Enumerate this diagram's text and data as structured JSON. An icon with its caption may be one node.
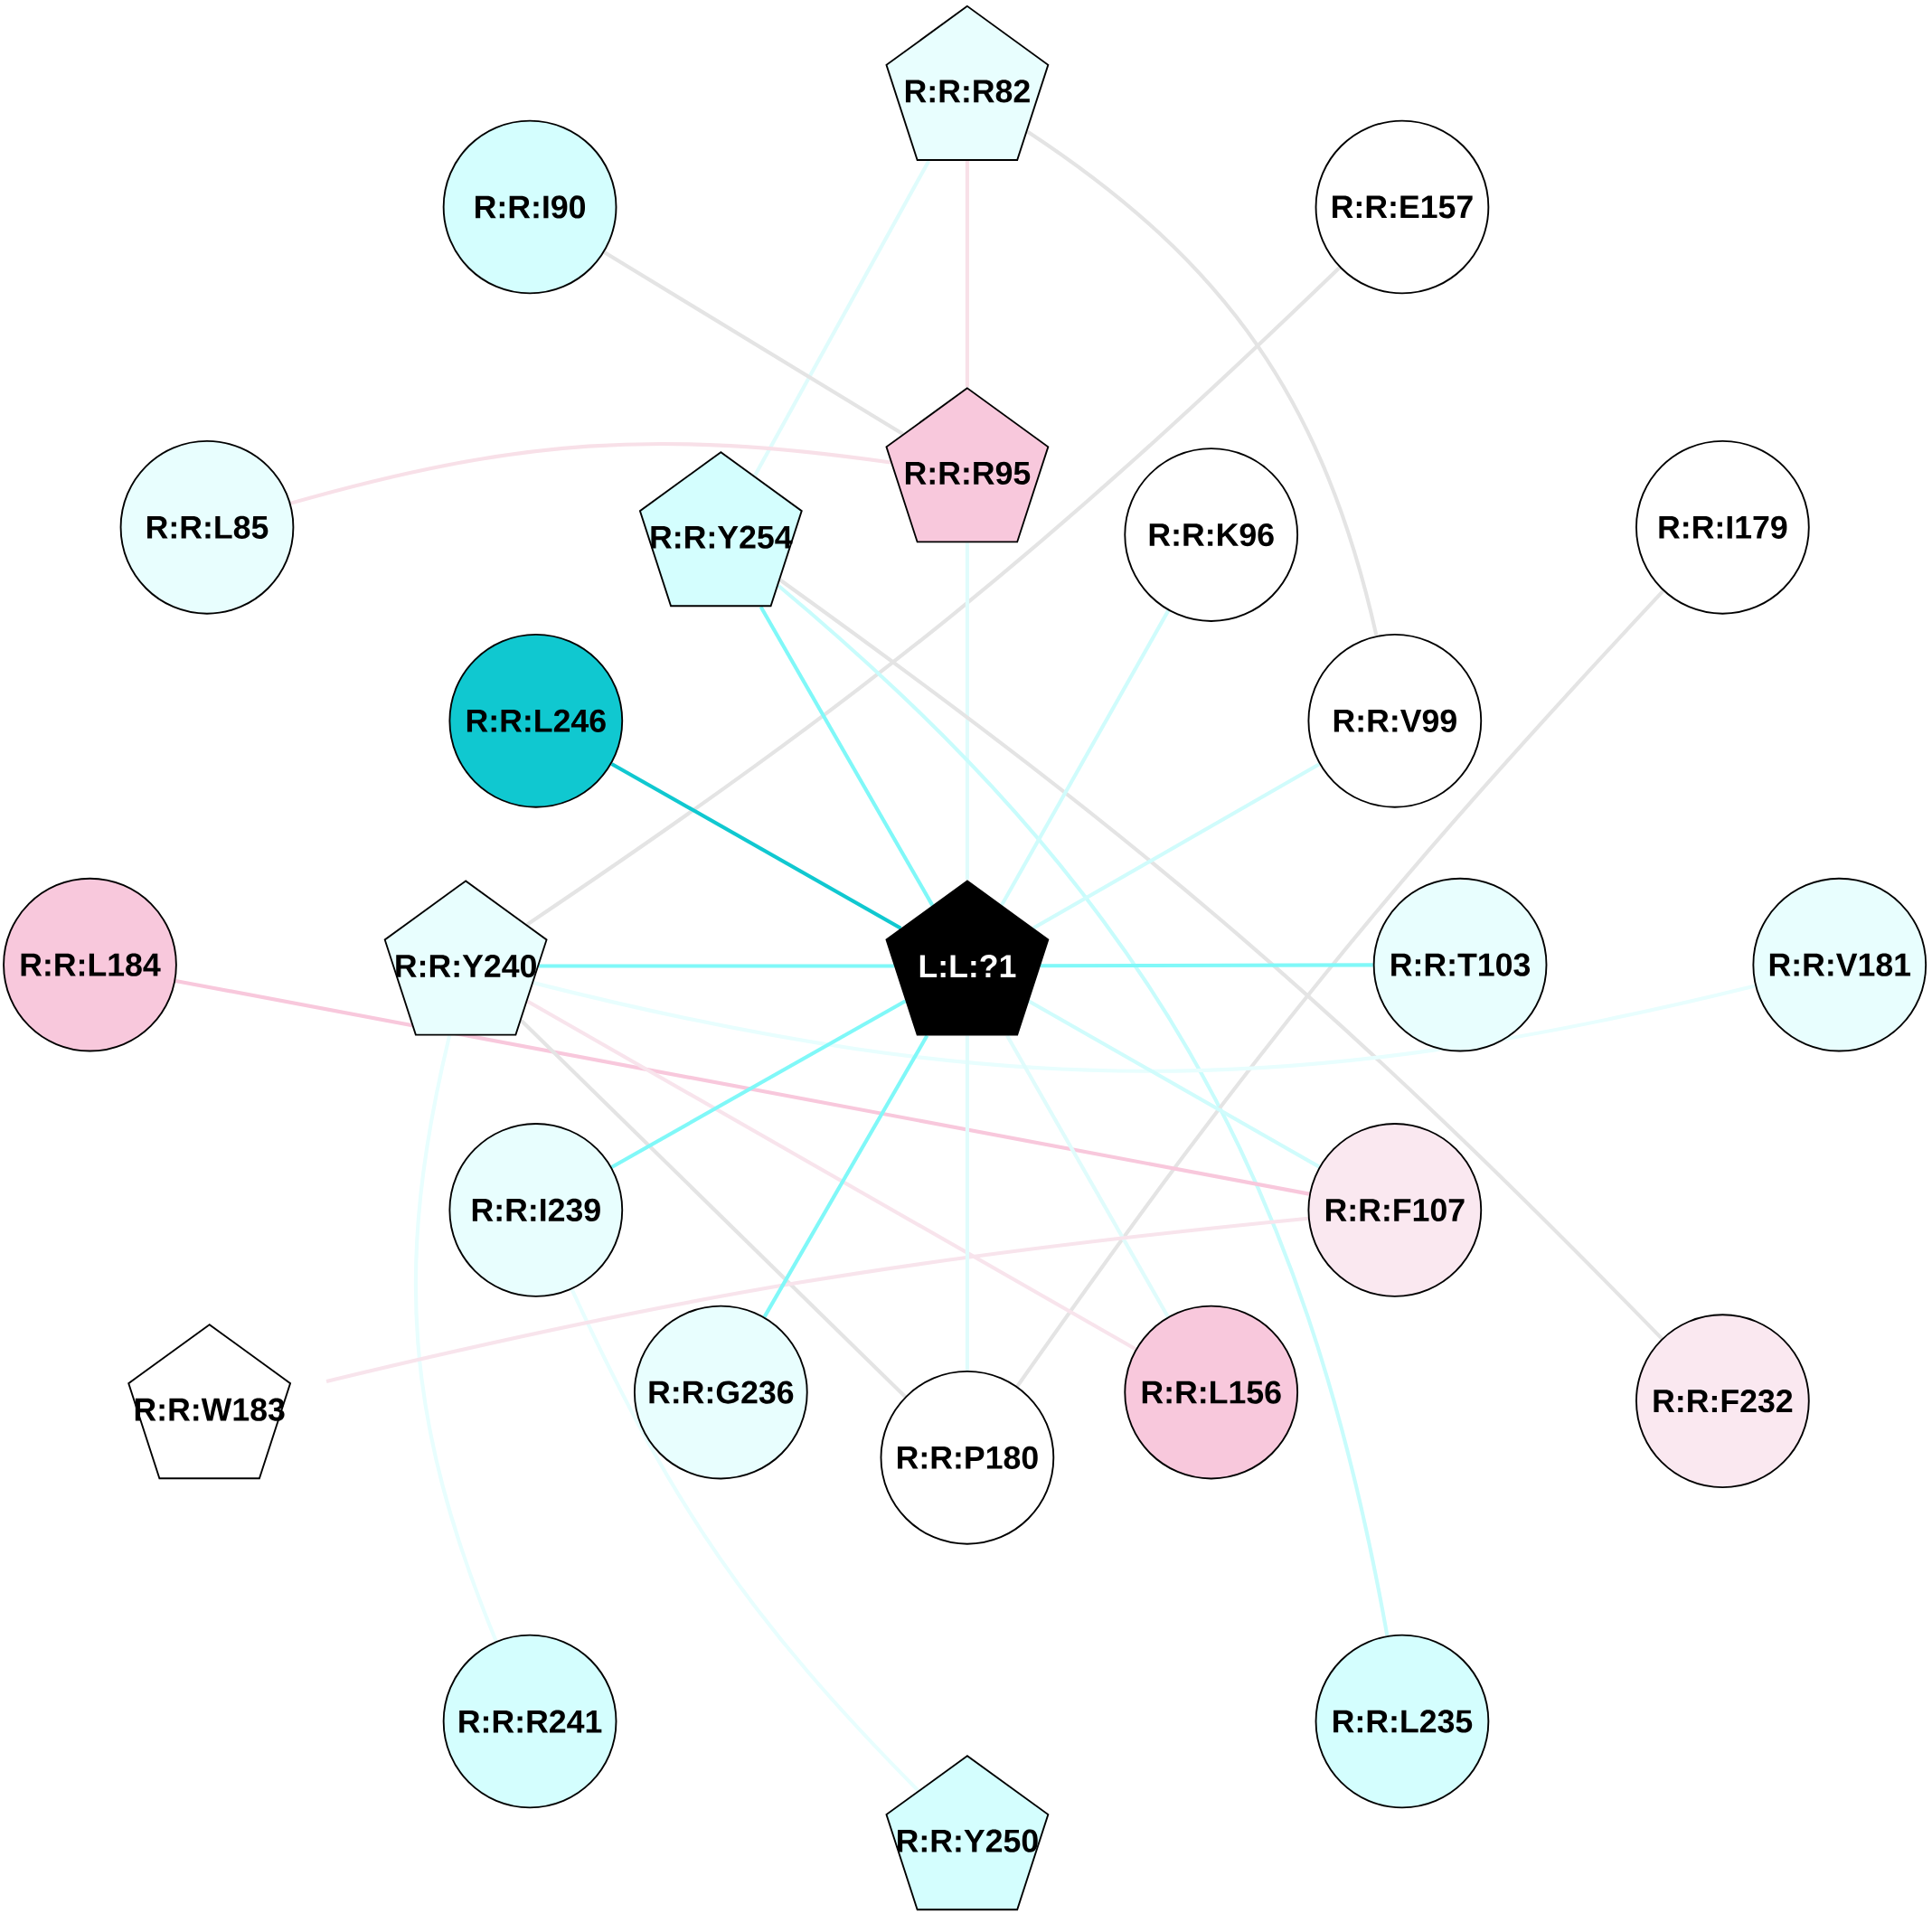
{
  "diagram": {
    "nodes": [
      {
        "text": [
          "R:R:R82"
        ]
      },
      {
        "text": [
          "R:R:I90"
        ]
      },
      {
        "text": [
          "R:R:E157"
        ]
      },
      {
        "text": [
          "R:R:R95"
        ]
      },
      {
        "text": [
          "R:R:L85"
        ]
      },
      {
        "text": [
          "R:R:Y254"
        ]
      },
      {
        "text": [
          "R:R:K96"
        ]
      },
      {
        "text": [
          "R:R:I179"
        ]
      },
      {
        "text": [
          "R:R:L246"
        ]
      },
      {
        "text": [
          "R:R:V99"
        ]
      },
      {
        "text": [
          "R:R:L184"
        ]
      },
      {
        "text": [
          "R:R:Y240"
        ]
      },
      {
        "text": [
          "L:L:?1"
        ]
      },
      {
        "text": [
          "R:R:T103"
        ]
      },
      {
        "text": [
          "R:R:V181"
        ]
      },
      {
        "text": [
          "R:R:I239"
        ]
      },
      {
        "text": [
          "R:R:F107"
        ]
      },
      {
        "text": [
          "R:R:W183"
        ]
      },
      {
        "text": [
          "R:R:G236"
        ]
      },
      {
        "text": [
          "R:R:P180"
        ]
      },
      {
        "text": [
          "R:R:L156"
        ]
      },
      {
        "text": [
          "R:R:F232"
        ]
      },
      {
        "text": [
          "R:R:R241"
        ]
      },
      {
        "text": [
          "R:R:L235"
        ]
      },
      {
        "text": [
          "R:R:Y250"
        ]
      }
    ],
    "edges": [
      {
        "from": 0,
        "to": 3,
        "arrow": "none",
        "color": "#f8e0e8"
      },
      {
        "from": 0,
        "to": 5,
        "arrow": "none",
        "color": "#e0fcfc"
      },
      {
        "from": 0,
        "to": 9,
        "arrow": "none",
        "color": "#e4e4e4"
      },
      {
        "from": 1,
        "to": 3,
        "arrow": "none",
        "color": "#e4e4e4"
      },
      {
        "from": 2,
        "to": 11,
        "arrow": "none",
        "color": "#e4e4e4"
      },
      {
        "from": 4,
        "to": 3,
        "arrow": "none",
        "color": "#f8e0e8"
      },
      {
        "from": 3,
        "to": 12,
        "arrow": "none",
        "color": "#e0fcfc"
      },
      {
        "from": 5,
        "to": 12,
        "arrow": "none",
        "color": "#80f8f8"
      },
      {
        "from": 5,
        "to": 23,
        "arrow": "none",
        "color": "#c8fcfc"
      },
      {
        "from": 5,
        "to": 21,
        "arrow": "none",
        "color": "#e4e4e4"
      },
      {
        "from": 6,
        "to": 12,
        "arrow": "none",
        "color": "#d0fcfc"
      },
      {
        "from": 7,
        "to": 19,
        "arrow": "none",
        "color": "#e4e4e4"
      },
      {
        "from": 8,
        "to": 12,
        "arrow": "none",
        "color": "#10c8d0"
      },
      {
        "from": 9,
        "to": 12,
        "arrow": "none",
        "color": "#d0fcfc"
      },
      {
        "from": 10,
        "to": 16,
        "arrow": "none",
        "color": "#f8c8dc"
      },
      {
        "from": 11,
        "to": 12,
        "arrow": "none",
        "color": "#80f8f8"
      },
      {
        "from": 12,
        "to": 13,
        "arrow": "none",
        "color": "#80f8f8"
      },
      {
        "from": 11,
        "to": 14,
        "arrow": "none",
        "color": "#e8fefe"
      },
      {
        "from": 11,
        "to": 20,
        "arrow": "none",
        "color": "#f8e4ec"
      },
      {
        "from": 11,
        "to": 19,
        "arrow": "none",
        "color": "#e4e4e4"
      },
      {
        "from": 11,
        "to": 22,
        "arrow": "none",
        "color": "#e8fefe"
      },
      {
        "from": 12,
        "to": 16,
        "arrow": "none",
        "color": "#d0fcfc"
      },
      {
        "from": 12,
        "to": 20,
        "arrow": "none",
        "color": "#e0fcfc"
      },
      {
        "from": 15,
        "to": 12,
        "arrow": "none",
        "color": "#80f8f8"
      },
      {
        "from": 15,
        "to": 24,
        "arrow": "none",
        "color": "#e8fefe"
      },
      {
        "from": 16,
        "to": 17,
        "arrow": "none",
        "color": "#f8e4ec"
      },
      {
        "from": 18,
        "to": 12,
        "arrow": "none",
        "color": "#80f8f8"
      },
      {
        "from": 12,
        "to": 19,
        "arrow": "none",
        "color": "#e0fcfc"
      }
    ]
  }
}
